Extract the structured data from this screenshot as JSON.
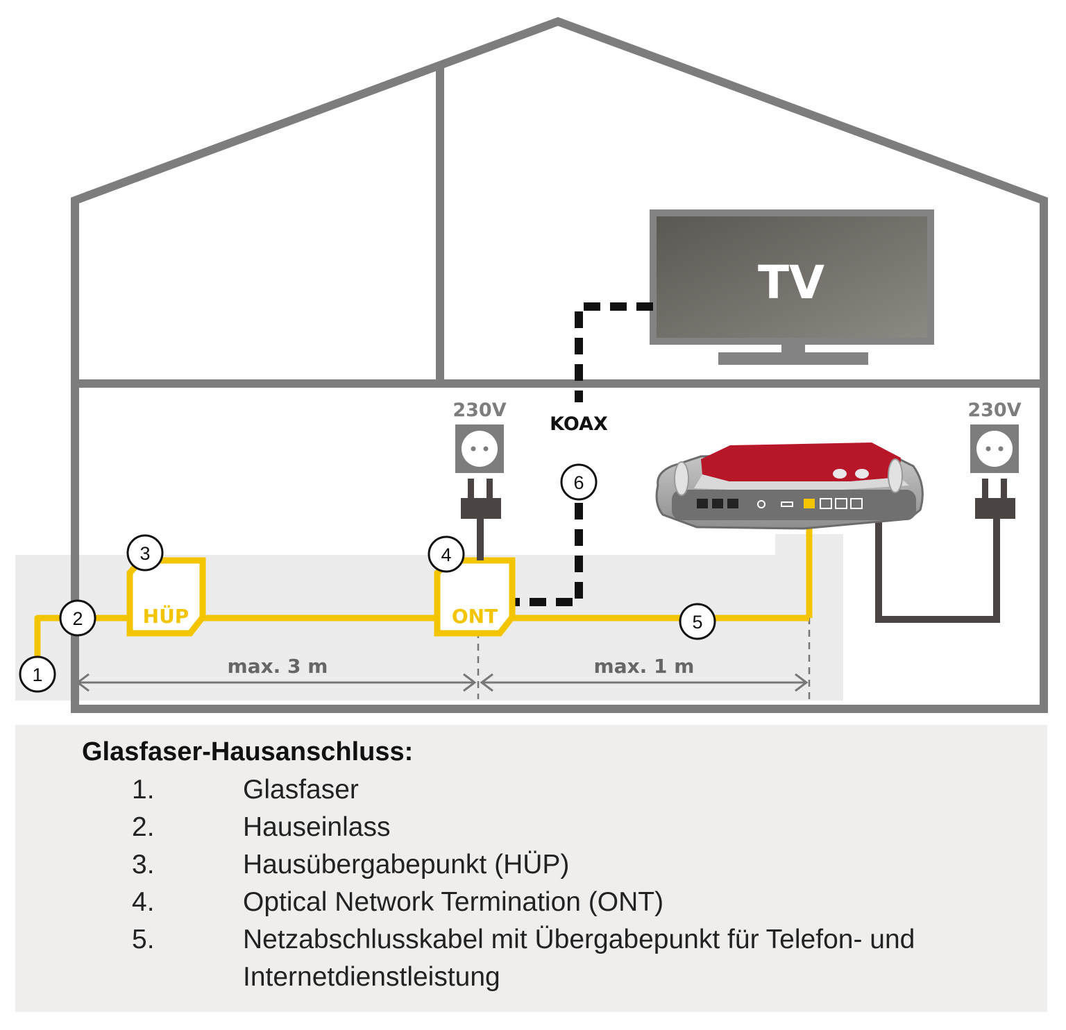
{
  "diagram": {
    "tv_label": "TV",
    "coax_label": "KOAX",
    "voltage_left": "230V",
    "voltage_right": "230V",
    "hup_label": "HÜP",
    "ont_label": "ONT",
    "dim_left": "max. 3 m",
    "dim_right": "max. 1 m",
    "markers": [
      "1",
      "2",
      "3",
      "4",
      "5",
      "6"
    ],
    "colors": {
      "fiber": "#f2c500",
      "wall": "#7d7d7d",
      "router_red": "#b8172a",
      "ground": "#ececec"
    }
  },
  "legend": {
    "title": "Glasfaser-Hausanschluss:",
    "items": [
      {
        "num": "1.",
        "text": "Glasfaser"
      },
      {
        "num": "2.",
        "text": "Hauseinlass"
      },
      {
        "num": "3.",
        "text": "Hausübergabepunkt (HÜP)"
      },
      {
        "num": "4.",
        "text": "Optical Network Termination (ONT)"
      },
      {
        "num": "5.",
        "text": "Netzabschlusskabel mit Übergabepunkt für Telefon- und Internetdienstleistung"
      }
    ]
  }
}
